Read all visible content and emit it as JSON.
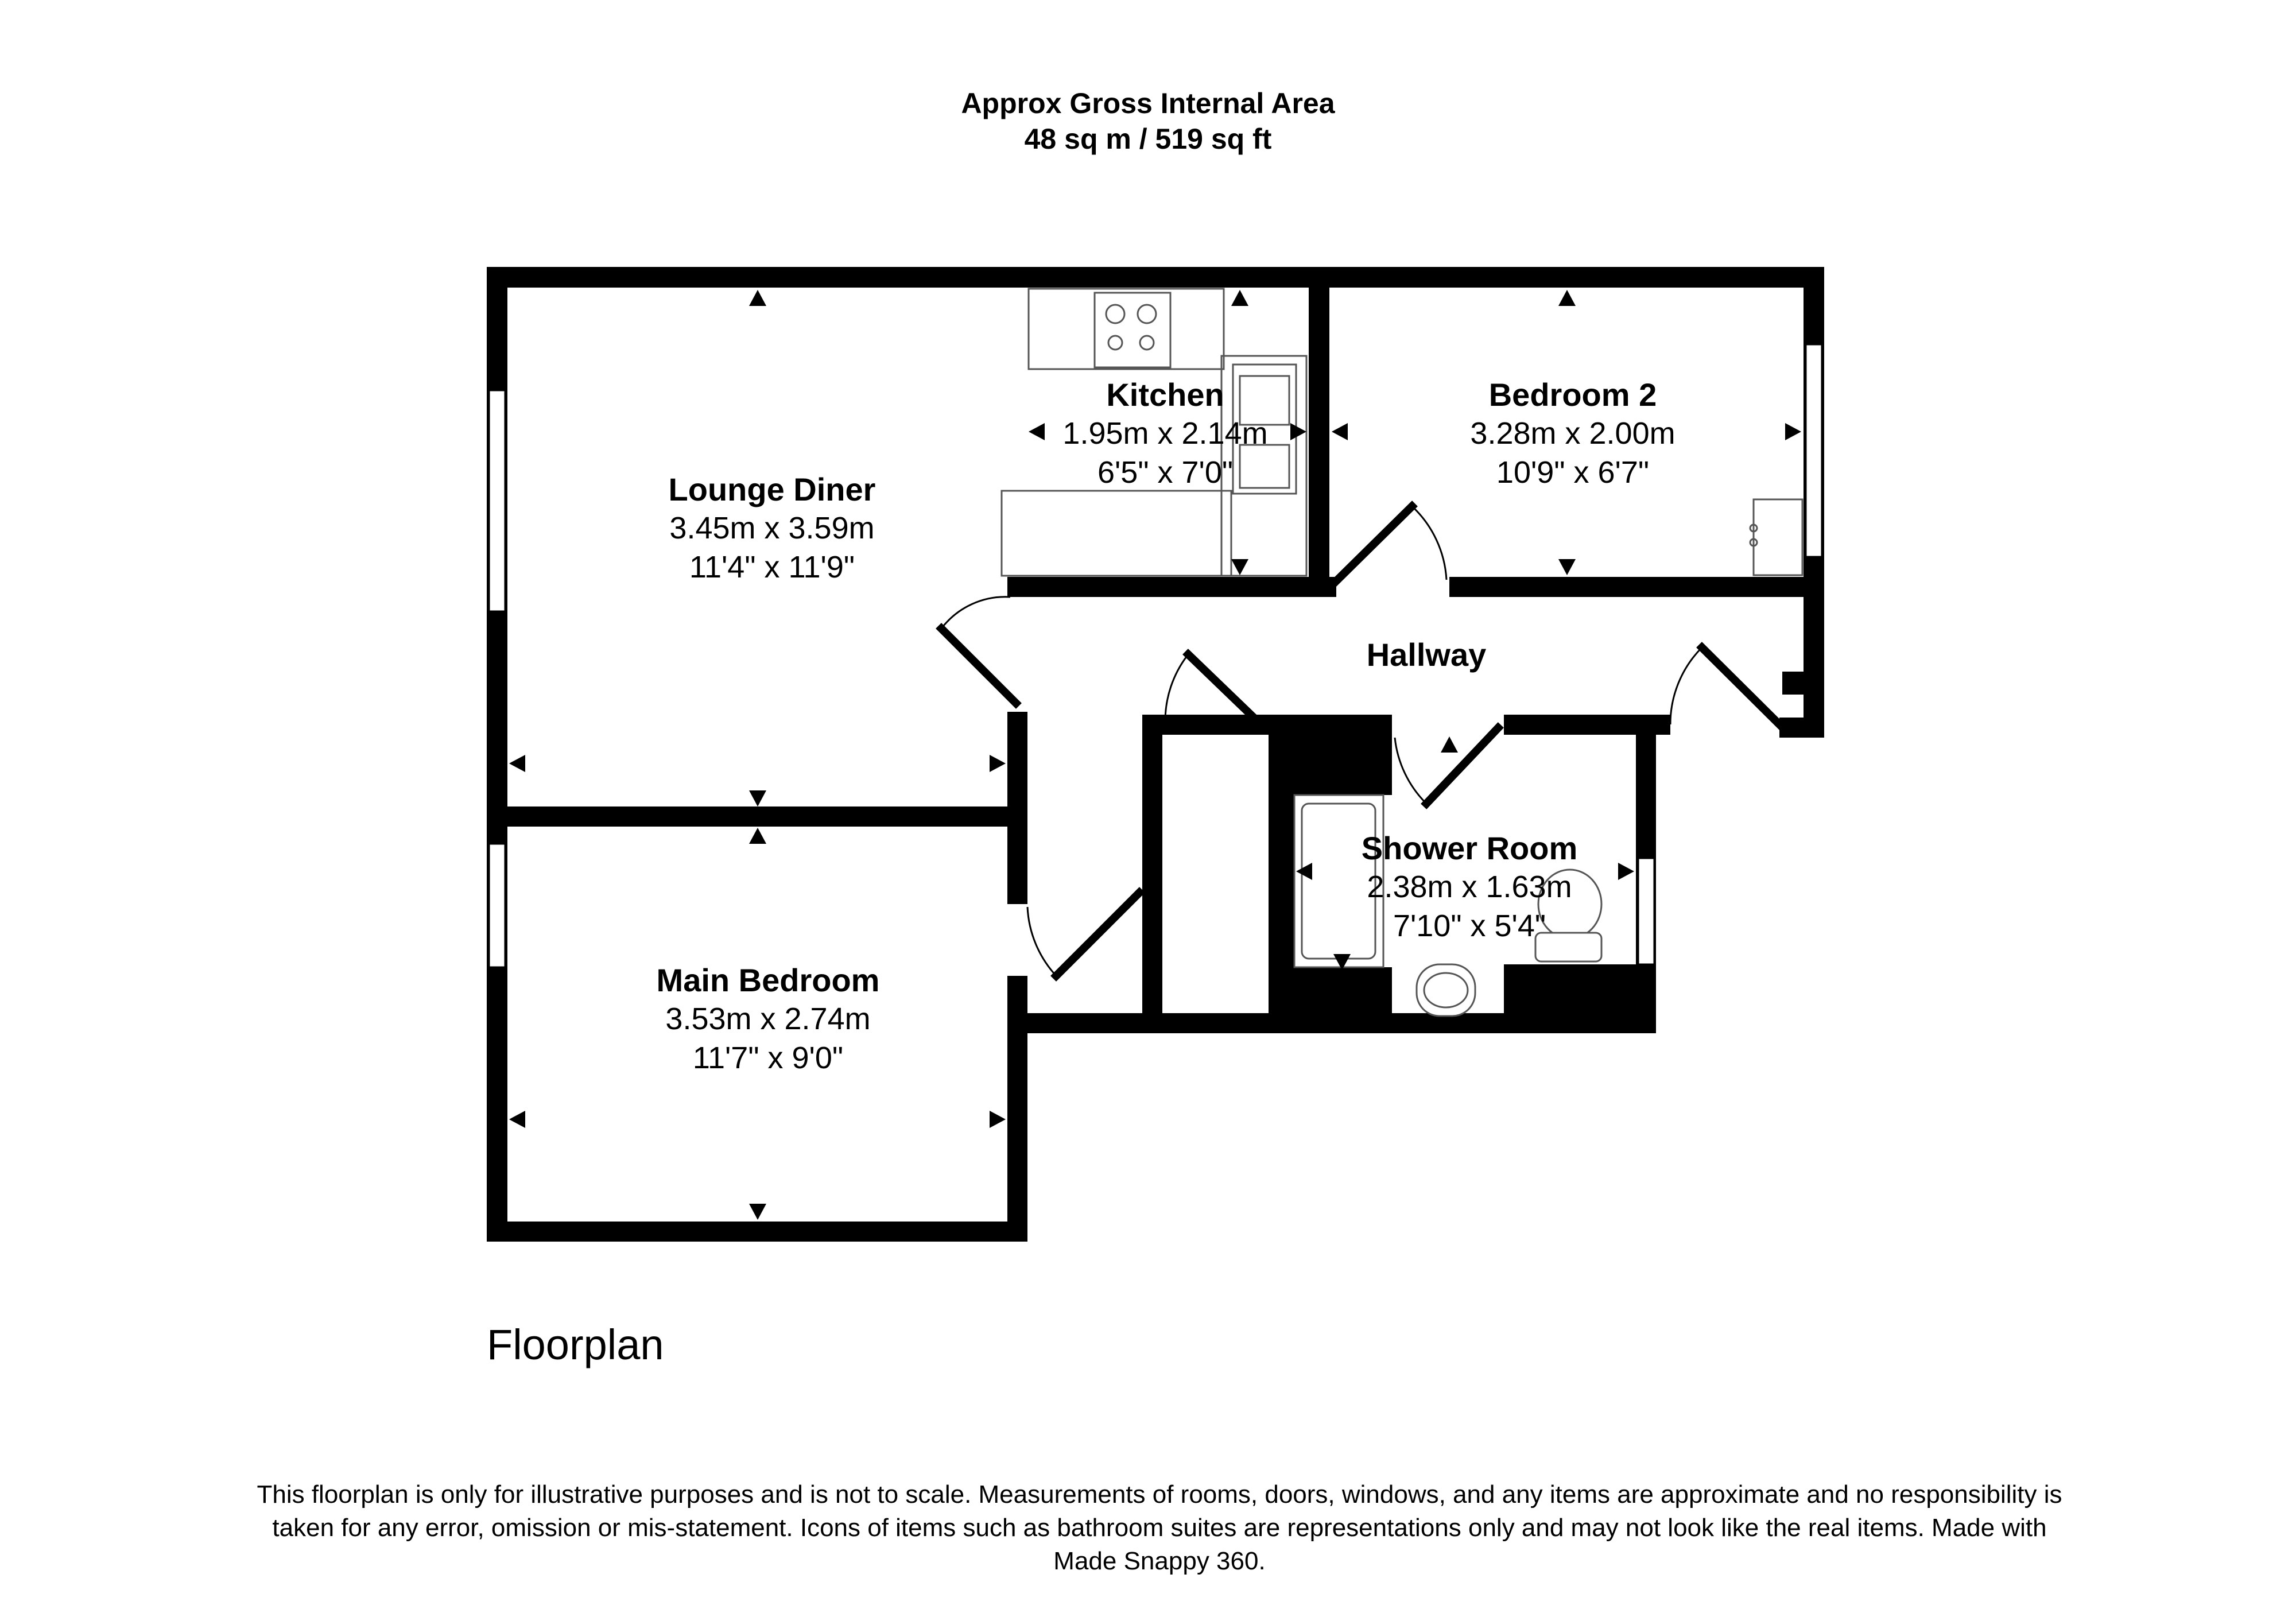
{
  "header": {
    "line1": "Approx Gross Internal Area",
    "line2": "48 sq m / 519 sq ft"
  },
  "rooms": {
    "lounge_diner": {
      "name": "Lounge Diner",
      "metric": "3.45m x 3.59m",
      "imperial": "11'4\" x 11'9\""
    },
    "kitchen": {
      "name": "Kitchen",
      "metric": "1.95m x 2.14m",
      "imperial": "6'5\" x 7'0\""
    },
    "bedroom2": {
      "name": "Bedroom 2",
      "metric": "3.28m x 2.00m",
      "imperial": "10'9\" x 6'7\""
    },
    "hallway": {
      "name": "Hallway"
    },
    "shower_room": {
      "name": "Shower Room",
      "metric": "2.38m x 1.63m",
      "imperial": "7'10\" x 5'4\""
    },
    "main_bedroom": {
      "name": "Main Bedroom",
      "metric": "3.53m x 2.74m",
      "imperial": "11'7\" x 9'0\""
    }
  },
  "caption": "Floorplan",
  "disclaimer": "This floorplan is only for illustrative purposes and is not to scale. Measurements of rooms, doors, windows, and any items are approximate and no responsibility is taken for any error, omission or mis-statement. Icons of items such as bathroom suites are representations only and may not look like the real items. Made with Made Snappy 360.",
  "colors": {
    "wall": "#000000",
    "background": "#ffffff",
    "fixture": "#555555"
  }
}
